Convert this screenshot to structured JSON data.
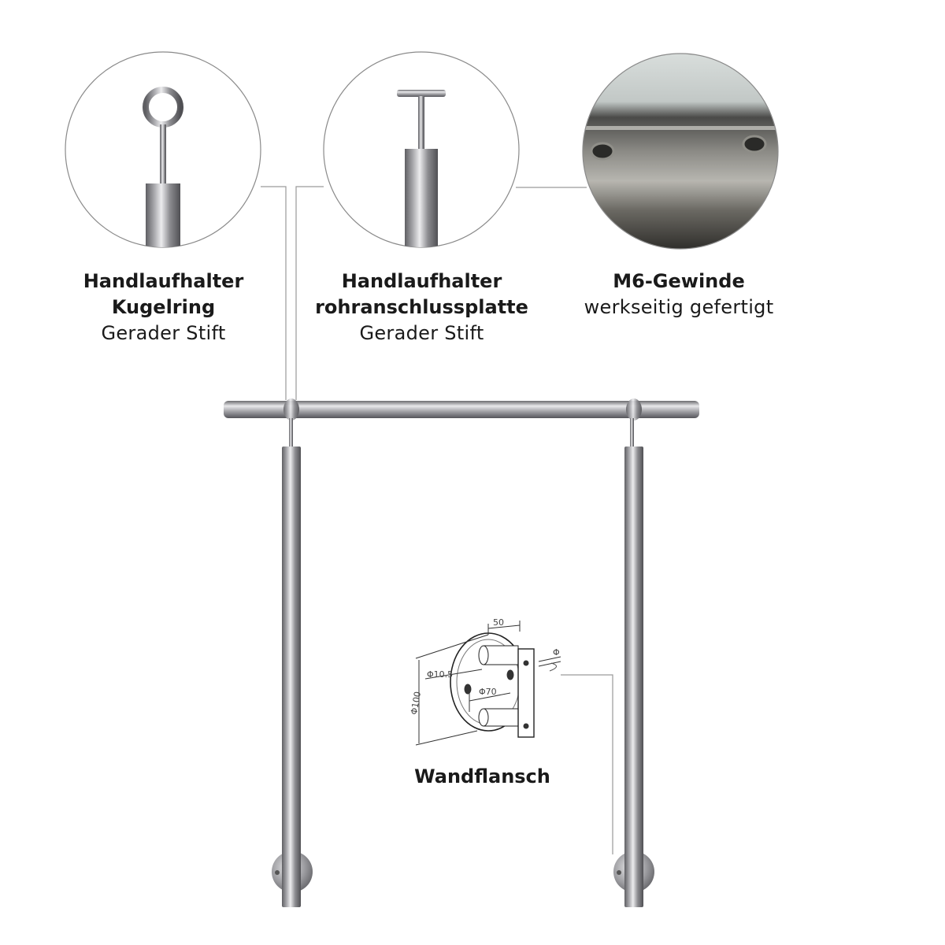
{
  "details": [
    {
      "title_line1": "Handlaufhalter",
      "title_line2": "Kugelring",
      "subtitle": "Gerader Stift",
      "icon": "ring-holder-icon"
    },
    {
      "title_line1": "Handlaufhalter",
      "title_line2": "rohranschlussplatte",
      "subtitle": "Gerader Stift",
      "icon": "plate-holder-icon"
    },
    {
      "title_line1": "M6-Gewinde",
      "subtitle": "werkseitig gefertigt",
      "icon": "threaded-tube-photo"
    }
  ],
  "flange": {
    "label": "Wandflansch",
    "dim_width": "50",
    "dim_hole": "Φ10.5",
    "dim_bolt_circle": "Φ70",
    "dim_diameter": "Φ100",
    "dim_pin": "Φ"
  },
  "colors": {
    "background": "#ffffff",
    "steel_dark": "#6e6e72",
    "steel_light": "#e4e4e6",
    "leader": "#9a9a9a",
    "text": "#1a1a1a"
  }
}
